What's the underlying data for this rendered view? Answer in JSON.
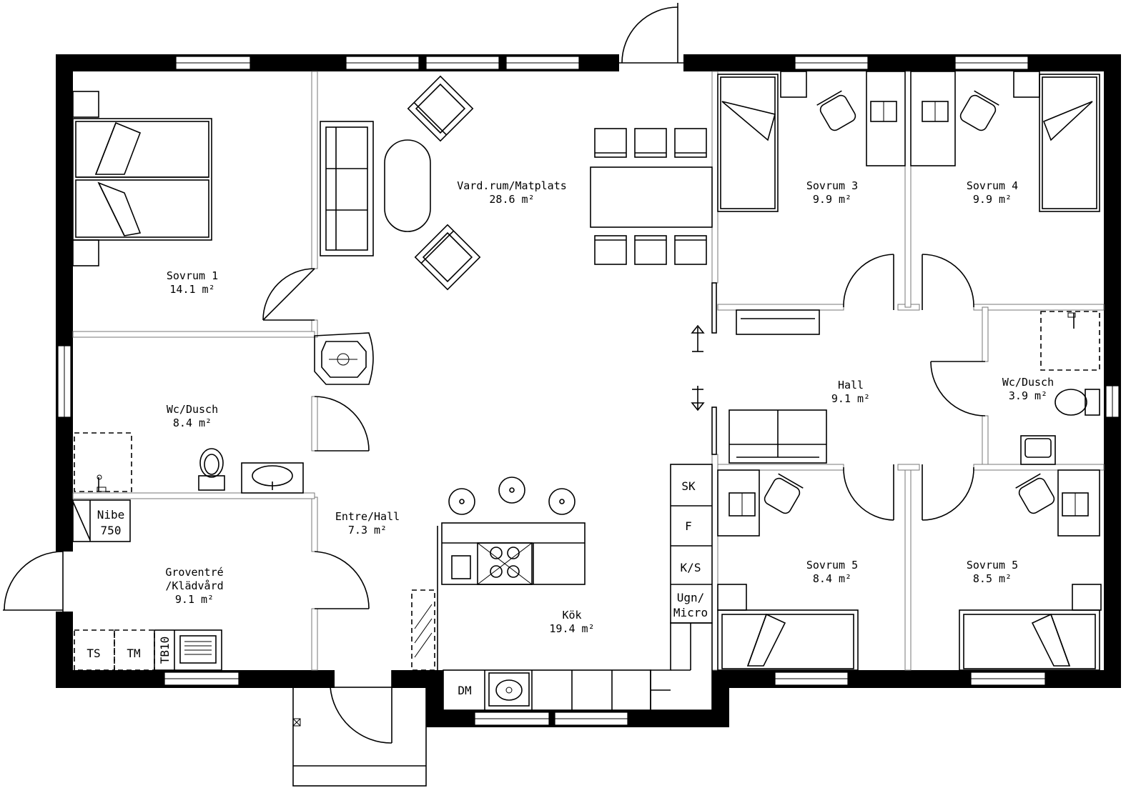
{
  "rooms": [
    {
      "id": "sovrum-1",
      "name": "Sovrum 1",
      "area": "14.1 m²"
    },
    {
      "id": "vardrum",
      "name": "Vard.rum/Matplats",
      "area": "28.6 m²"
    },
    {
      "id": "sovrum-3",
      "name": "Sovrum 3",
      "area": "9.9 m²"
    },
    {
      "id": "sovrum-4",
      "name": "Sovrum 4",
      "area": "9.9 m²"
    },
    {
      "id": "wc-dusch-1",
      "name": "Wc/Dusch",
      "area": "8.4 m²"
    },
    {
      "id": "hall",
      "name": "Hall",
      "area": "9.1 m²"
    },
    {
      "id": "wc-dusch-2",
      "name": "Wc/Dusch",
      "area": "3.9 m²"
    },
    {
      "id": "entre-hall",
      "name": "Entre/Hall",
      "area": "7.3 m²"
    },
    {
      "id": "groventre",
      "name": "Groventré",
      "name2": "/Klädvård",
      "area": "9.1 m²"
    },
    {
      "id": "sovrum-5a",
      "name": "Sovrum 5",
      "area": "8.4 m²"
    },
    {
      "id": "sovrum-5b",
      "name": "Sovrum 5",
      "area": "8.5 m²"
    },
    {
      "id": "kok",
      "name": "Kök",
      "area": "19.4 m²"
    }
  ],
  "appliances": {
    "nibe_line1": "Nibe",
    "nibe_line2": "750",
    "ts": "TS",
    "tm": "TM",
    "tb10": "TB10",
    "sk": "SK",
    "f": "F",
    "ks": "K/S",
    "ugn_line1": "Ugn/",
    "ugn_line2": "Micro",
    "dm": "DM"
  }
}
